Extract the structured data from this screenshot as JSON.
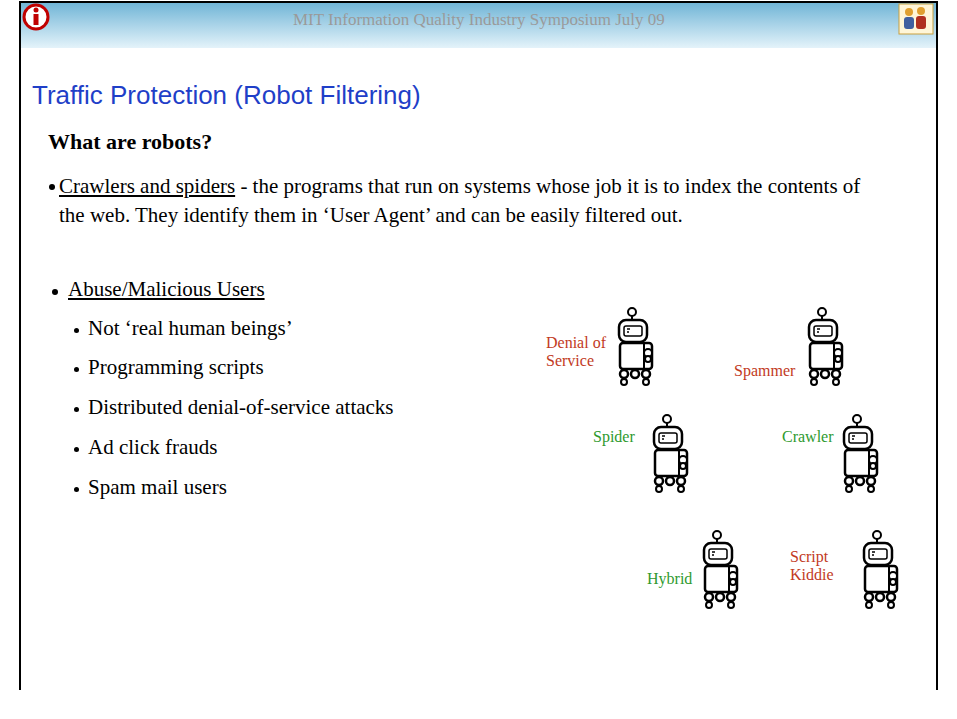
{
  "diagram": {
    "title": "Traffic Protection (Robot Filtering)",
    "labels": [
      "MIT Information Quality Industry Symposium July 09",
      "What are robots?",
      "Crawlers and spiders",
      "- the programs that run on systems whose job it is to index the contents of the web. They identify them in ‘User Agent’ and can be easily filtered out.",
      "Abuse/Malicious Users",
      "Not ‘real human beings’",
      "Programming scripts",
      "Distributed denial-of-service attacks",
      "Ad click frauds",
      "Spam mail users",
      "Denial of Service",
      "Spammer",
      "Spider",
      "Crawler",
      "Hybrid",
      "Script Kiddie"
    ]
  }
}
